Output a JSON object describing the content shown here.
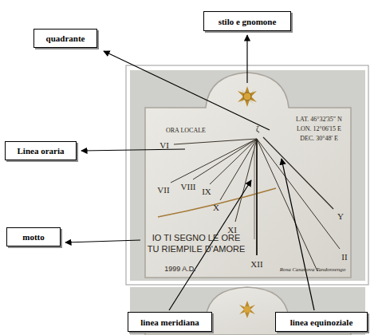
{
  "diagram": {
    "nodes": [
      {
        "text": [
          "stilo e gnomone"
        ]
      },
      {
        "text": [
          "quadrante"
        ]
      },
      {
        "text": [
          "Linea oraria"
        ]
      },
      {
        "text": [
          "motto"
        ]
      },
      {
        "text": [
          "linea meridiana"
        ]
      },
      {
        "text": [
          "linea equinoziale"
        ]
      }
    ],
    "labels": [
      "ORA LOCALE",
      "LAT. 46°32'35\" N",
      "LON. 12°06'15 E",
      "DEC. 30°48' E",
      "ζ",
      "VI",
      "VII",
      "VIII",
      "IX",
      "X",
      "XI",
      "XII",
      "II",
      "Υ",
      "IO TI SEGNO LE ORE",
      "TU RIEMPILE D'AMORE",
      "1999 A.D.",
      "Rosa Casanova Tandonsengo"
    ]
  }
}
